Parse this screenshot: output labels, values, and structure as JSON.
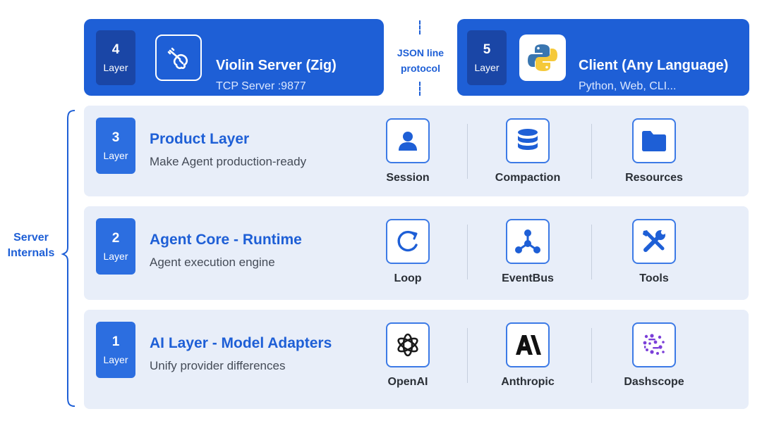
{
  "top": {
    "server": {
      "badge_num": "4",
      "badge_label": "Layer",
      "title": "Violin Server (Zig)",
      "subtitle": "TCP Server :9877",
      "icon": "violin-icon"
    },
    "protocol": {
      "line1": "JSON line",
      "line2": "protocol"
    },
    "client": {
      "badge_num": "5",
      "badge_label": "Layer",
      "title": "Client (Any Language)",
      "subtitle": "Python, Web, CLI...",
      "icon": "python-logo-icon"
    }
  },
  "side_label": {
    "line1": "Server",
    "line2": "Internals"
  },
  "layers": [
    {
      "badge_num": "3",
      "badge_label": "Layer",
      "title": "Product Layer",
      "subtitle": "Make Agent production-ready",
      "components": [
        {
          "label": "Session",
          "icon": "user-icon"
        },
        {
          "label": "Compaction",
          "icon": "database-icon"
        },
        {
          "label": "Resources",
          "icon": "folder-icon"
        }
      ]
    },
    {
      "badge_num": "2",
      "badge_label": "Layer",
      "title": "Agent Core - Runtime",
      "subtitle": "Agent execution engine",
      "components": [
        {
          "label": "Loop",
          "icon": "loop-arrow-icon"
        },
        {
          "label": "EventBus",
          "icon": "network-nodes-icon"
        },
        {
          "label": "Tools",
          "icon": "tools-icon"
        }
      ]
    },
    {
      "badge_num": "1",
      "badge_label": "Layer",
      "title": "AI Layer - Model Adapters",
      "subtitle": "Unify provider differences",
      "components": [
        {
          "label": "OpenAI",
          "icon": "openai-logo-icon"
        },
        {
          "label": "Anthropic",
          "icon": "anthropic-logo-icon"
        },
        {
          "label": "Dashscope",
          "icon": "dashscope-logo-icon"
        }
      ]
    }
  ],
  "colors": {
    "primary_blue": "#1e5fd6",
    "badge_dark_blue": "#1a46a6",
    "row_background": "#e8eef9",
    "python_blue": "#3a76b0",
    "python_yellow": "#f5c93a",
    "dashscope_purple": "#7b3fd8"
  }
}
